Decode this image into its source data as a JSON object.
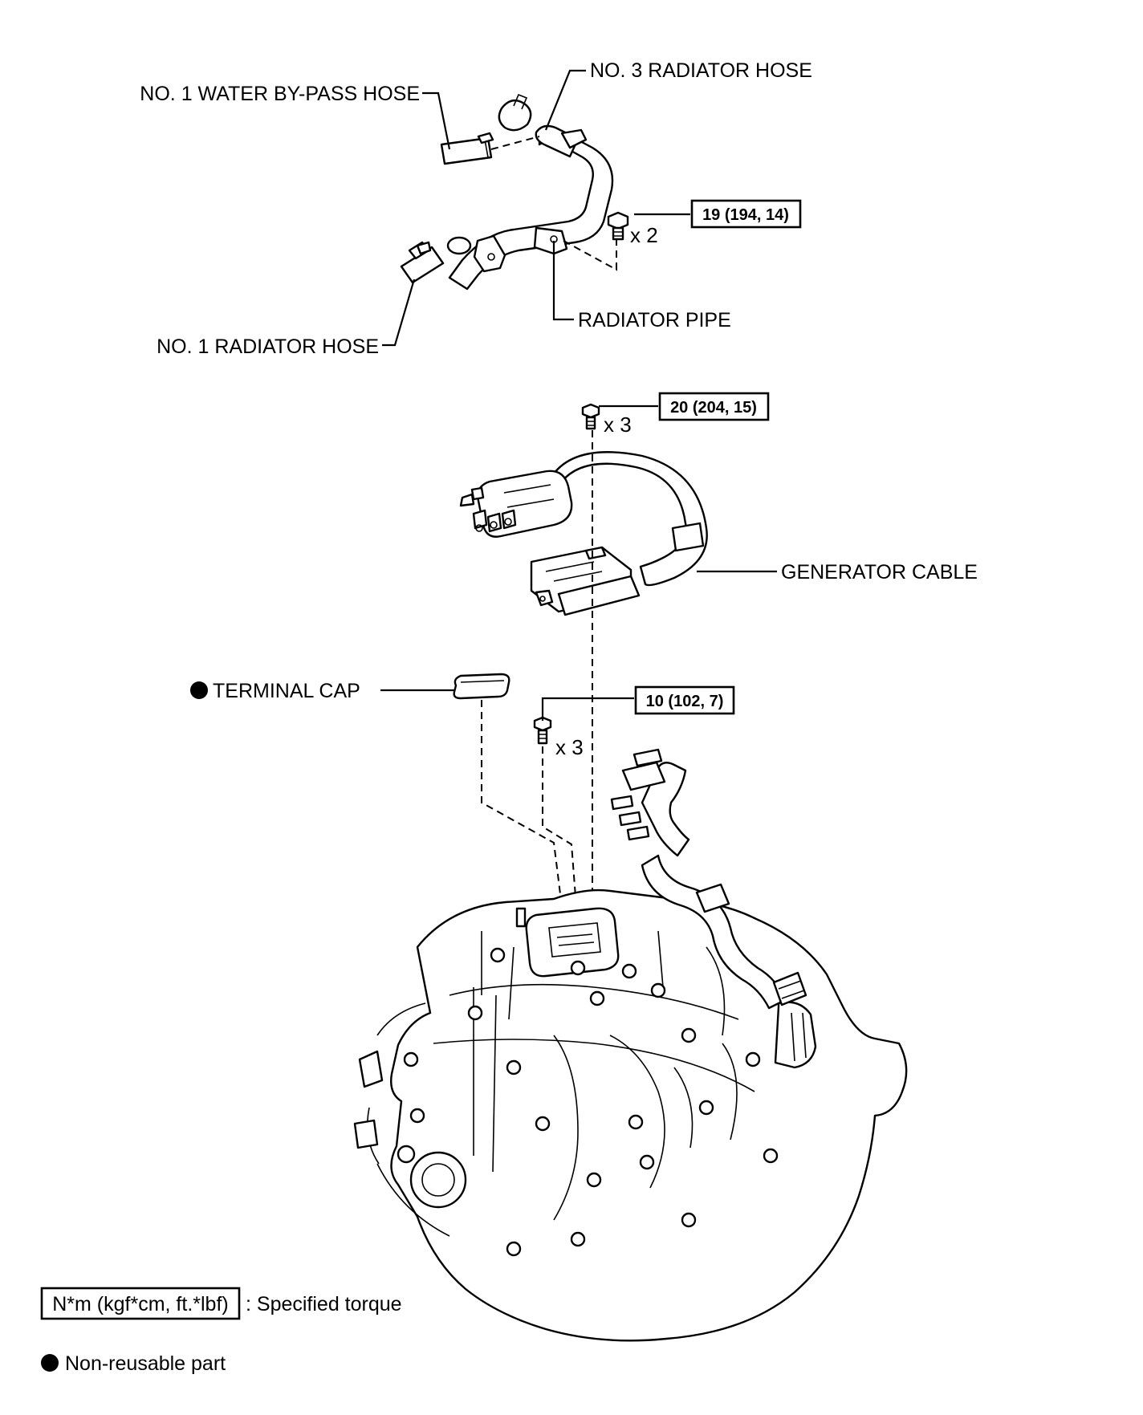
{
  "labels": {
    "water_bypass_hose": "NO. 1 WATER BY-PASS HOSE",
    "radiator_hose_3": "NO. 3 RADIATOR HOSE",
    "radiator_hose_1": "NO. 1 RADIATOR HOSE",
    "radiator_pipe": "RADIATOR PIPE",
    "generator_cable": "GENERATOR CABLE",
    "terminal_cap": "TERMINAL CAP"
  },
  "torques": {
    "radiator_pipe_bolt": "19 (194, 14)",
    "cable_bolt": "20 (204, 15)",
    "cap_bolt": "10 (102, 7)"
  },
  "quantities": {
    "radiator_pipe_bolt": "x 2",
    "cable_bolt": "x 3",
    "cap_bolt": "x 3"
  },
  "legend": {
    "torque_unit": "N*m (kgf*cm, ft.*lbf)",
    "torque_desc": ": Specified torque",
    "nonreusable_desc": "Non-reusable part"
  }
}
